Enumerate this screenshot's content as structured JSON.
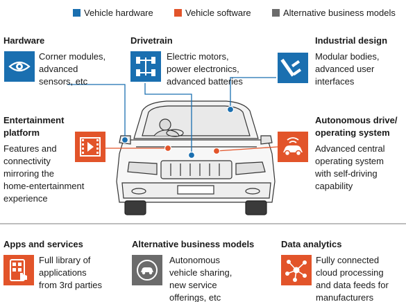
{
  "legend": [
    {
      "label": "Vehicle hardware",
      "color": "#1a6fb0"
    },
    {
      "label": "Vehicle software",
      "color": "#e2542a"
    },
    {
      "label": "Alternative business models",
      "color": "#6b6b6b"
    }
  ],
  "colors": {
    "hardware": "#1a6fb0",
    "software": "#e2542a",
    "business": "#6b6b6b"
  },
  "sections": {
    "hardware": {
      "title": "Hardware",
      "text": "Corner modules,\nadvanced\nsensors, etc",
      "icon": "eye-sensor-icon"
    },
    "drivetrain": {
      "title": "Drivetrain",
      "text": "Electric motors,\npower electronics,\nadvanced batteries",
      "icon": "axle-chassis-icon"
    },
    "industrial_design": {
      "title": "Industrial design",
      "text": "Modular bodies,\nadvanced user\ninterfaces",
      "icon": "caliper-tool-icon"
    },
    "entertainment": {
      "title": "Entertainment\nplatform",
      "text": "Features and\nconnectivity\nmirroring the\nhome-entertainment\nexperience",
      "icon": "film-play-icon"
    },
    "autonomous": {
      "title": "Autonomous drive/\noperating system",
      "text": "Advanced central\noperating system\nwith self-driving\ncapability",
      "icon": "autonomous-car-icon"
    },
    "apps": {
      "title": "Apps and services",
      "text": "Full library of\napplications\nfrom 3rd parties",
      "icon": "tablet-touch-icon"
    },
    "alt_business": {
      "title": "Alternative business models",
      "text": "Autonomous\nvehicle sharing,\nnew service\nofferings, etc",
      "icon": "shared-car-icon"
    },
    "data_analytics": {
      "title": "Data analytics",
      "text": "Fully connected\ncloud processing\nand data feeds for\nmanufacturers",
      "icon": "network-nodes-icon"
    }
  }
}
